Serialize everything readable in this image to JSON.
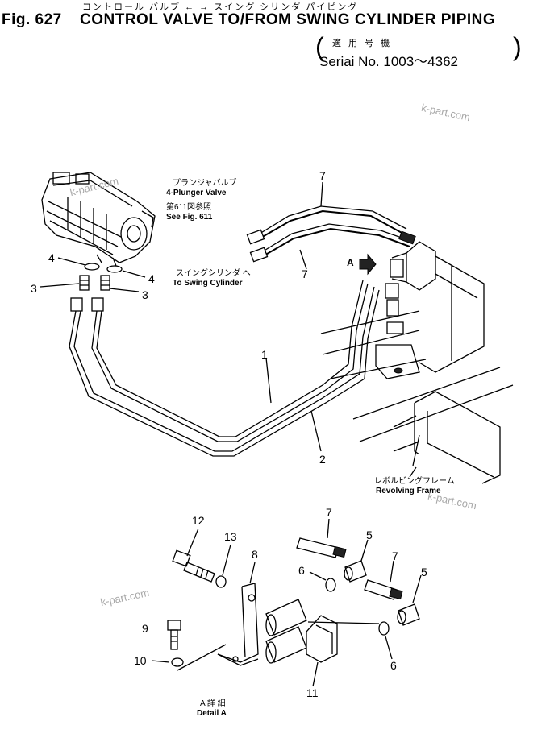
{
  "header": {
    "fig_number": "Fig. 627",
    "title_kana": "コントロール バルブ ← → スイング シリンダ パイピング",
    "title": "CONTROL VALVE TO/FROM SWING CYLINDER PIPING",
    "serial_kana": "適 用 号 機",
    "serial": "Seriai No. 1003～4362"
  },
  "labels": {
    "plunger_kana": "プランジャバルブ",
    "plunger_en": "4-Plunger Valve",
    "see_kana": "第611図参照",
    "see_en": "See Fig. 611",
    "swing_kana": "スイングシリンダ へ",
    "swing_en": "To Swing Cylinder",
    "revolving_kana": "レボルビングフレーム",
    "revolving_en": "Revolving Frame",
    "detail_kana": "A 詳 細",
    "detail_en": "Detail  A",
    "arrow_a": "A"
  },
  "callouts": {
    "c7_top": "7",
    "c7_mid": "7",
    "c4_left": "4",
    "c4_right": "4",
    "c3_left": "3",
    "c3_right": "3",
    "c1": "1",
    "c2": "2",
    "c12": "12",
    "c13": "13",
    "c8": "8",
    "c9": "9",
    "c10": "10",
    "c7_d1": "7",
    "c5_d1": "5",
    "c6_d1": "6",
    "c7_d2": "7",
    "c5_d2": "5",
    "c6_d2": "6",
    "c11": "11"
  },
  "watermarks": [
    "k-part.com",
    "k-part.com",
    "k-part.com",
    "k-part.com"
  ]
}
